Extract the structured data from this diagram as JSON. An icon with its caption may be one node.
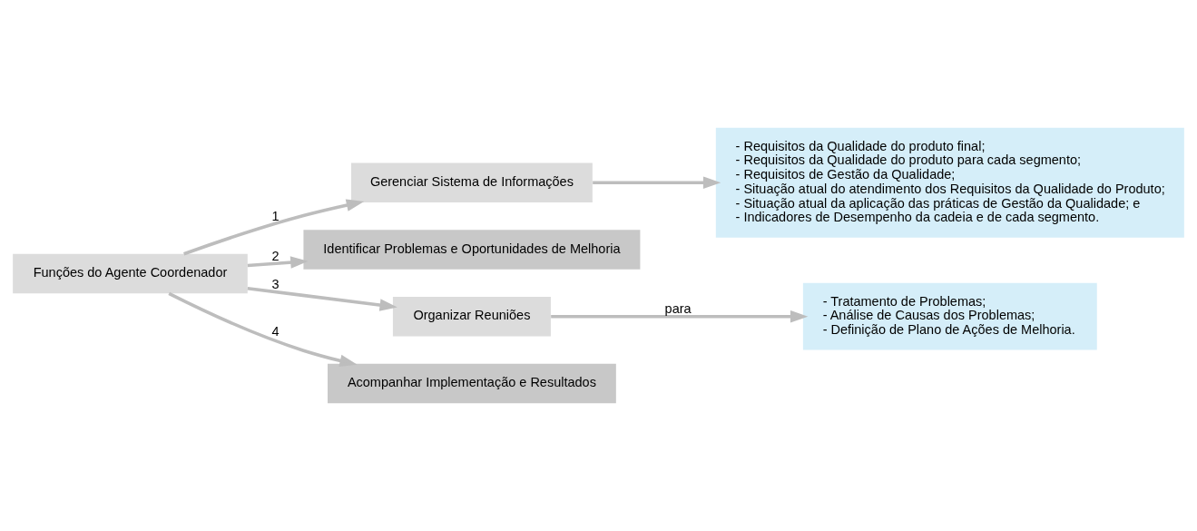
{
  "diagram": {
    "nodes": [
      {
        "text": [
          "Funções do Agente Coordenador"
        ]
      },
      {
        "text": [
          "Gerenciar Sistema de Informações"
        ]
      },
      {
        "text": [
          "- Requisitos da Qualidade do produto final;",
          "- Requisitos da Qualidade do produto para cada segmento;",
          "- Requisitos de Gestão da Qualidade;",
          "- Situação atual do atendimento dos Requisitos da Qualidade do Produto;",
          "- Situação atual da aplicação das práticas de Gestão da Qualidade; e",
          "- Indicadores de Desempenho da cadeia e de cada segmento."
        ]
      },
      {
        "text": [
          "Identificar Problemas e Oportunidades de Melhoria"
        ]
      },
      {
        "text": [
          "Organizar Reuniões"
        ]
      },
      {
        "text": [
          "- Tratamento de Problemas;",
          "- Análise de Causas dos Problemas;",
          "- Definição de Plano de Ações de Melhoria."
        ]
      },
      {
        "text": [
          "Acompanhar Implementação e Resultados"
        ]
      }
    ],
    "edges": [
      {
        "from": 0,
        "to": 1,
        "arrow": "to",
        "label": "1"
      },
      {
        "from": 0,
        "to": 3,
        "arrow": "to",
        "label": "2"
      },
      {
        "from": 0,
        "to": 4,
        "arrow": "to",
        "label": "3"
      },
      {
        "from": 0,
        "to": 6,
        "arrow": "to",
        "label": "4"
      },
      {
        "from": 1,
        "to": 2,
        "arrow": "to"
      },
      {
        "from": 4,
        "to": 5,
        "arrow": "to",
        "label": "para"
      }
    ]
  }
}
